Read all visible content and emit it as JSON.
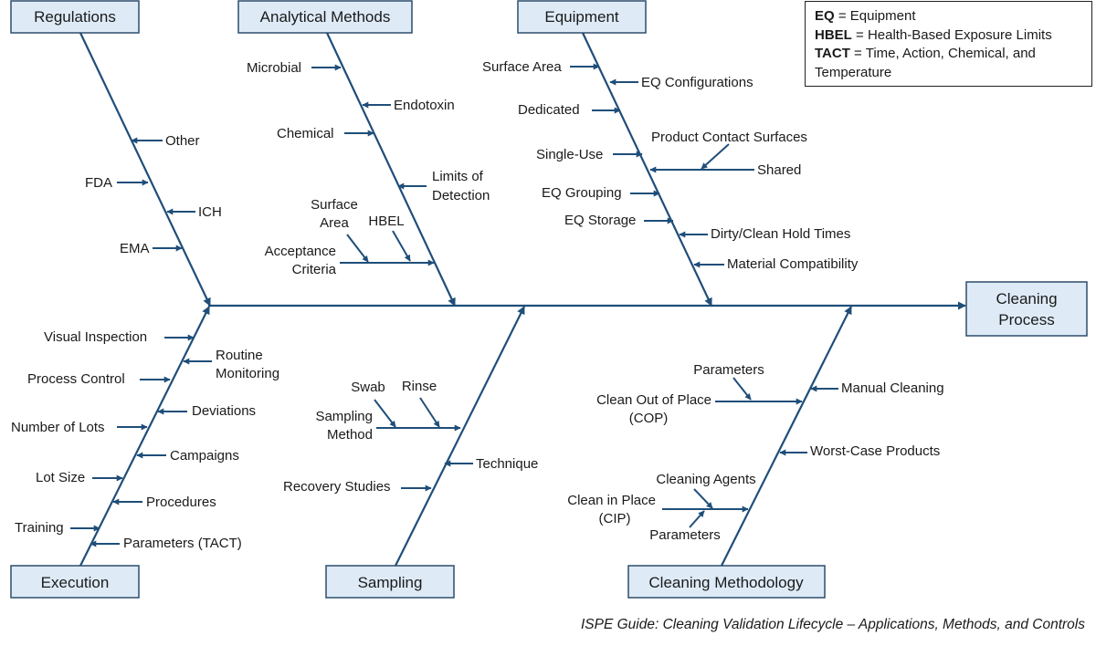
{
  "effect": {
    "line1": "Cleaning",
    "line2": "Process"
  },
  "categories": {
    "regulations": "Regulations",
    "analytical_methods": "Analytical Methods",
    "equipment": "Equipment",
    "execution": "Execution",
    "sampling": "Sampling",
    "cleaning_methodology": "Cleaning Methodology"
  },
  "causes": {
    "regulations": [
      "Other",
      "FDA",
      "ICH",
      "EMA"
    ],
    "analytical_methods": {
      "microbial": "Microbial",
      "endotoxin": "Endotoxin",
      "chemical": "Chemical",
      "limits_of_detection": [
        "Limits of",
        "Detection"
      ],
      "acceptance_criteria": [
        "Acceptance",
        "Criteria"
      ],
      "surface_area": [
        "Surface",
        "Area"
      ],
      "hbel": "HBEL"
    },
    "equipment": {
      "surface_area": "Surface Area",
      "eq_configurations": "EQ Configurations",
      "dedicated": "Dedicated",
      "single_use": "Single-Use",
      "product_contact_surfaces": "Product Contact Surfaces",
      "shared": "Shared",
      "eq_grouping": "EQ Grouping",
      "eq_storage": "EQ Storage",
      "dirty_clean_hold_times": "Dirty/Clean Hold Times",
      "material_compatibility": "Material Compatibility"
    },
    "execution": {
      "visual_inspection": "Visual Inspection",
      "routine_monitoring": [
        "Routine",
        "Monitoring"
      ],
      "process_control": "Process Control",
      "deviations": "Deviations",
      "number_of_lots": "Number of Lots",
      "campaigns": "Campaigns",
      "lot_size": "Lot Size",
      "procedures": "Procedures",
      "training": "Training",
      "parameters_tact": "Parameters (TACT)"
    },
    "sampling": {
      "swab": "Swab",
      "rinse": "Rinse",
      "sampling_method": [
        "Sampling",
        "Method"
      ],
      "technique": "Technique",
      "recovery_studies": "Recovery Studies"
    },
    "cleaning_methodology": {
      "parameters_cop": "Parameters",
      "cop": [
        "Clean Out of Place",
        "(COP)"
      ],
      "manual_cleaning": "Manual Cleaning",
      "worst_case_products": "Worst-Case Products",
      "cleaning_agents": "Cleaning Agents",
      "cip": [
        "Clean in Place",
        "(CIP)"
      ],
      "parameters_cip": "Parameters"
    }
  },
  "legend": {
    "eq_key": "EQ",
    "eq_text": " = Equipment",
    "hbel_key": "HBEL",
    "hbel_text": " = Health-Based Exposure Limits",
    "tact_key": "TACT",
    "tact_text": " = Time, Action, Chemical, and Temperature"
  },
  "citation": "ISPE Guide: Cleaning Validation Lifecycle – Applications, Methods, and Controls",
  "colors": {
    "line": "#1f4e79",
    "box_fill": "#deebf7",
    "box_border": "#2e4d6b"
  }
}
